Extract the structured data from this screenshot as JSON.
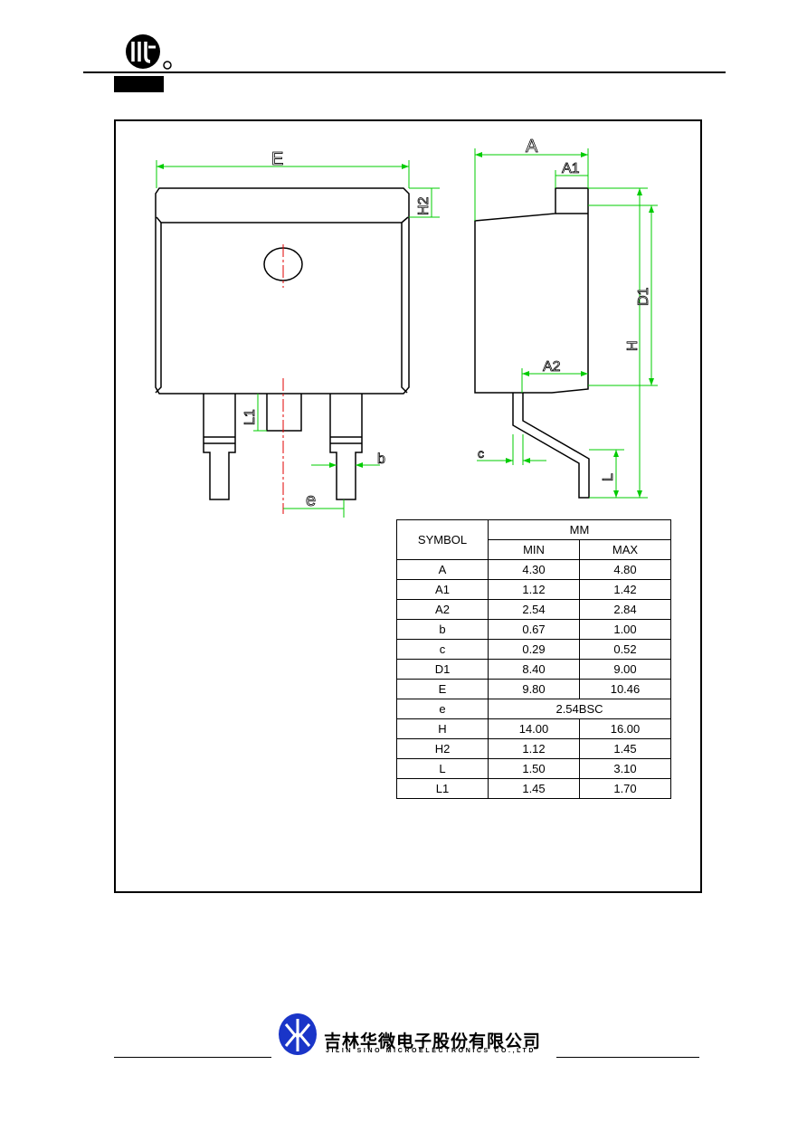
{
  "drawing": {
    "dim_E": "E",
    "dim_H2": "H2",
    "dim_L1": "L1",
    "dim_b": "b",
    "dim_e": "e",
    "dim_A": "A",
    "dim_A1": "A1",
    "dim_A2": "A2",
    "dim_D1": "D1",
    "dim_H": "H",
    "dim_c": "c",
    "dim_L": "L"
  },
  "table": {
    "header_symbol": "SYMBOL",
    "header_unit": "MM",
    "header_min": "MIN",
    "header_max": "MAX",
    "rows": [
      {
        "symbol": "A",
        "min": "4.30",
        "max": "4.80"
      },
      {
        "symbol": "A1",
        "min": "1.12",
        "max": "1.42"
      },
      {
        "symbol": "A2",
        "min": "2.54",
        "max": "2.84"
      },
      {
        "symbol": "b",
        "min": "0.67",
        "max": "1.00"
      },
      {
        "symbol": "c",
        "min": "0.29",
        "max": "0.52"
      },
      {
        "symbol": "D1",
        "min": "8.40",
        "max": "9.00"
      },
      {
        "symbol": "E",
        "min": "9.80",
        "max": "10.46"
      },
      {
        "symbol": "e",
        "span": "2.54BSC"
      },
      {
        "symbol": "H",
        "min": "14.00",
        "max": "16.00"
      },
      {
        "symbol": "H2",
        "min": "1.12",
        "max": "1.45"
      },
      {
        "symbol": "L",
        "min": "1.50",
        "max": "3.10"
      },
      {
        "symbol": "L1",
        "min": "1.45",
        "max": "1.70"
      }
    ]
  },
  "footer": {
    "company_cn": "吉林华微电子股份有限公司",
    "company_en": "JILIN SINO MICROELECTRONICS CO.,LTD"
  },
  "colors": {
    "dimension_green": "#00cc00",
    "centerline_red": "#e00000",
    "logo_blue": "#1a35c8"
  }
}
